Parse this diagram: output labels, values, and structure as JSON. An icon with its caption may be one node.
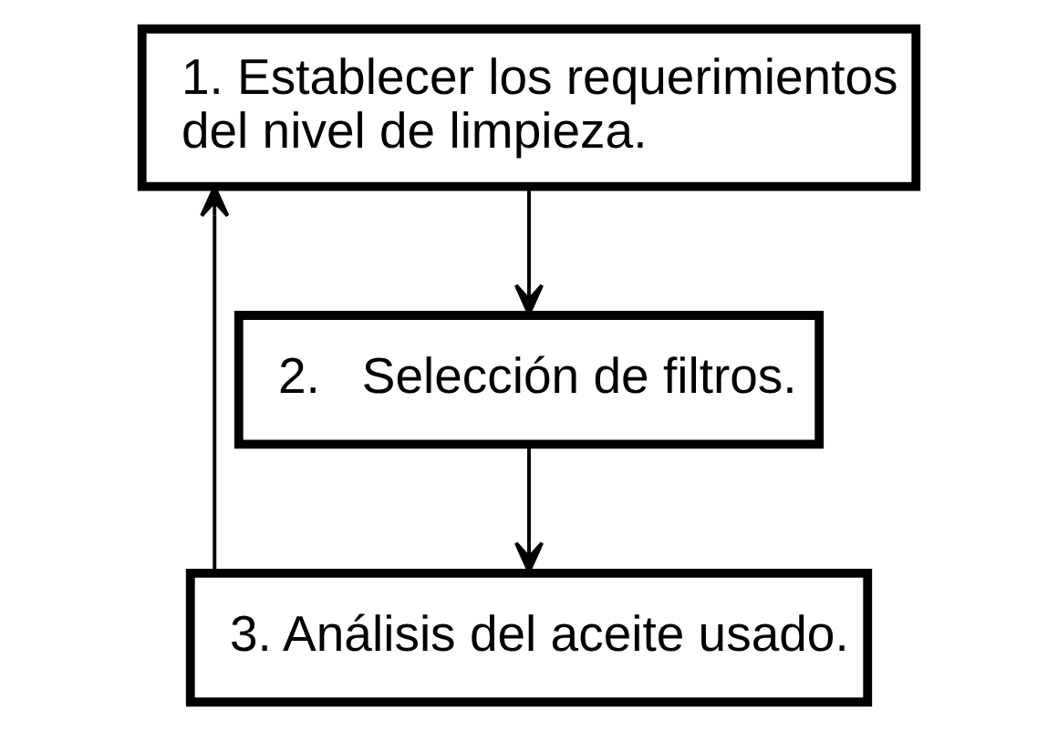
{
  "diagram": {
    "nodes": [
      {
        "text": [
          "1. Establecer los requerimientos del nivel de limpieza."
        ]
      },
      {
        "text": [
          "2.   Selección de filtros."
        ]
      },
      {
        "text": [
          "3. Análisis del aceite usado."
        ]
      }
    ],
    "edges": [
      {
        "from": 0,
        "to": 1,
        "arrow": "to"
      },
      {
        "from": 1,
        "to": 2,
        "arrow": "to"
      },
      {
        "from": 2,
        "to": 0,
        "arrow": "to"
      }
    ]
  }
}
